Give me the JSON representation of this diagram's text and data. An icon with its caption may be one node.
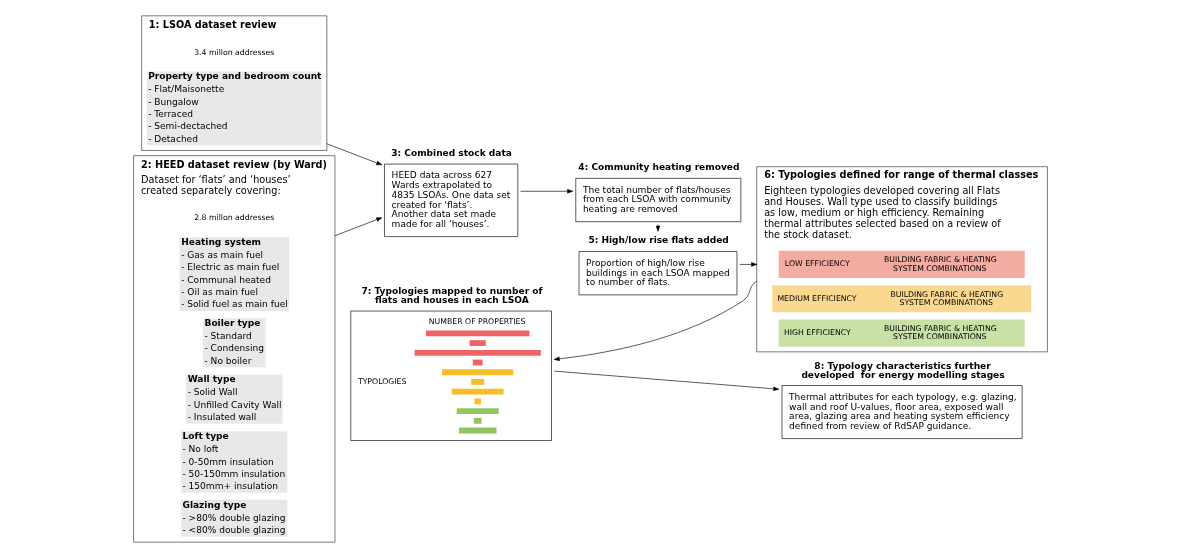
{
  "diagram": {
    "nodes": [
      {
        "text": [
          "1: LSOA dataset review"
        ],
        "beside": [
          "3.4 millon addresses"
        ]
      },
      {
        "text": [
          "Property type and bedroom count",
          "- Flat/Maisonette",
          "- Bungalow",
          "- Terraced",
          "- Semi-dectached",
          "- Detached"
        ],
        "in": 0
      },
      {
        "text": [
          "3: Combined stock data",
          "HEED data across 627 Wards extrapolated to 4835 LSOAs. One data set created for ‘flats’. Another data set made made for all ‘houses’."
        ]
      },
      {
        "text": [
          "2: HEED dataset review (by Ward)",
          "Dataset for ‘flats’ and ‘houses’ created separately covering:"
        ],
        "beside": [
          "2.8 millon addresses"
        ]
      },
      {
        "text": [
          "Heating system",
          "- Gas as main fuel",
          "- Electric as main fuel",
          "- Communal heated",
          "- Oil as main fuel",
          "- Solid fuel as main fuel"
        ],
        "in": 3
      },
      {
        "text": [
          "Boiler type",
          "- Standard",
          "- Condensing",
          "- No boiler"
        ],
        "in": 3
      },
      {
        "text": [
          "Wall type",
          "- Solid Wall",
          "- Unfilled Cavity Wall",
          "- Insulated wall"
        ],
        "in": 3
      },
      {
        "text": [
          "Loft type",
          "- No loft",
          "- 0-50mm insulation",
          "- 50-150mm insulation",
          "- 150mm+ insulation"
        ],
        "in": 3
      },
      {
        "text": [
          "Glazing type",
          "- >80% double glazing",
          "- <80% double glazing"
        ],
        "in": 3
      },
      {
        "text": [
          "4: Community heating removed",
          "The total number of flats/houses from each LSOA with community heating are removed"
        ]
      },
      {
        "text": [
          "5: High/low rise flats added",
          "Proportion of high/low rise buildings in each LSOA mapped to number of flats."
        ]
      },
      {
        "text": [
          "6: Typologies defined for range of thermal classes",
          "Eighteen typologies developed covering all Flats and Houses. Wall type used to classify buildings as low, medium or high efficiency. Remaining thermal attributes selected based on a review of  the stock dataset."
        ]
      },
      {
        "text": [
          "LOW EFFICIENCY",
          "BUILDING FABRIC & HEATING SYSTEM COMBINATIONS"
        ],
        "in": 11
      },
      {
        "text": [
          "MEDIUM EFFICIENCY",
          "BUILDING FABRIC & HEATING SYSTEM COMBINATIONS"
        ],
        "in": 11
      },
      {
        "text": [
          "HIGH EFFICIENCY",
          "BUILDING FABRIC & HEATING SYSTEM COMBINATIONS"
        ],
        "in": 11
      },
      {
        "text": [
          "7: Typologies mapped to number of flats and houses in each LSOA",
          "NUMBER OF PROPERTIES",
          "TYPOLOGIES"
        ]
      },
      {
        "text": [
          "8: Typology characteristics further developed  for energy modelling stages",
          "Thermal attributes for each typology, e.g. glazing, wall and roof U-values, floor area, exposed wall area, glazing area and heating system efficiency defined from review of RdSAP guidance."
        ]
      }
    ],
    "edges": [
      {
        "from": 0,
        "to": 2,
        "arrow": "to"
      },
      {
        "from": 3,
        "to": 2,
        "arrow": "to"
      },
      {
        "from": 2,
        "to": 9,
        "arrow": "to"
      },
      {
        "from": 9,
        "to": 10,
        "arrow": "to"
      },
      {
        "from": 10,
        "to": 11,
        "arrow": "to"
      },
      {
        "from": 11,
        "to": 15,
        "arrow": "to"
      },
      {
        "from": 15,
        "to": 16,
        "arrow": "to"
      }
    ]
  }
}
